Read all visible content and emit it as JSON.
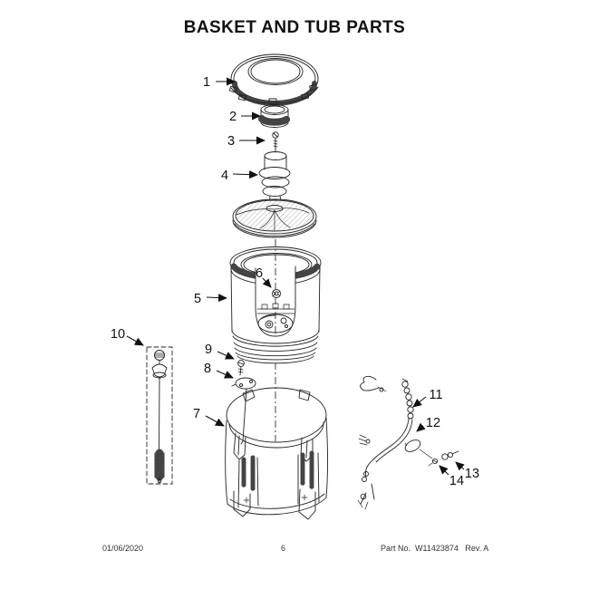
{
  "page": {
    "title": "BASKET AND TUB PARTS",
    "footer": {
      "date": "01/06/2020",
      "page_number": "6",
      "part_number": "Part No.  W11423874   Rev. A"
    }
  },
  "diagram": {
    "colors": {
      "line": "#222222",
      "background": "#ffffff"
    },
    "callouts": [
      {
        "label": "1"
      },
      {
        "label": "2"
      },
      {
        "label": "3"
      },
      {
        "label": "4"
      },
      {
        "label": "5"
      },
      {
        "label": "6"
      },
      {
        "label": "7"
      },
      {
        "label": "8"
      },
      {
        "label": "9"
      },
      {
        "label": "10"
      },
      {
        "label": "11"
      },
      {
        "label": "12"
      },
      {
        "label": "13"
      },
      {
        "label": "14"
      }
    ]
  }
}
